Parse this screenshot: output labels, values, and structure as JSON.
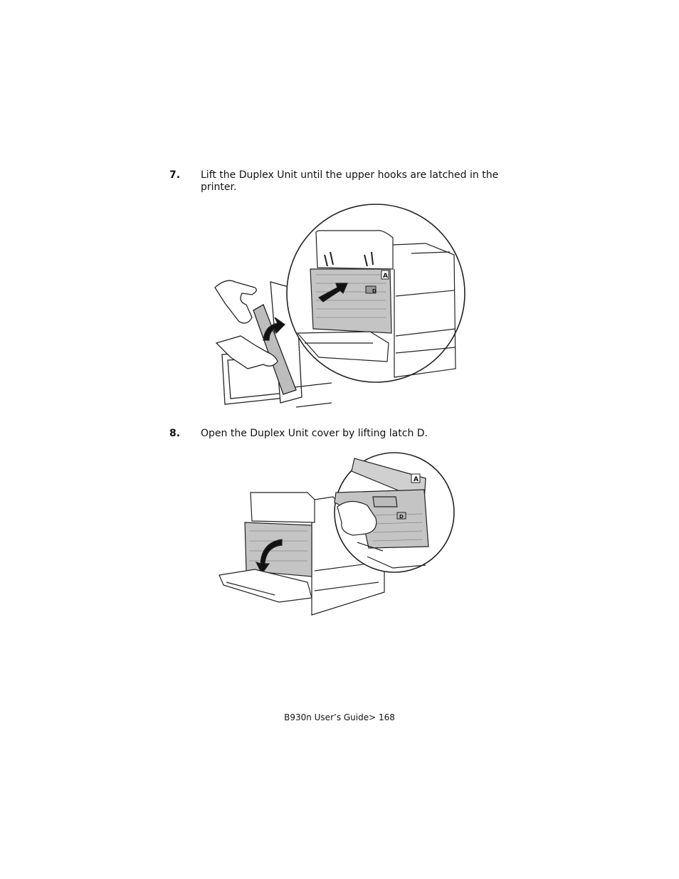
{
  "steps": [
    {
      "number": "7.",
      "text": "Lift the Duplex Unit until the upper hooks are latched in the printer."
    },
    {
      "number": "8.",
      "text": "Open the Duplex Unit cover by lifting latch D."
    }
  ],
  "labels": {
    "a": "A",
    "d": "D"
  },
  "footer": "B930n User’s Guide> 168"
}
